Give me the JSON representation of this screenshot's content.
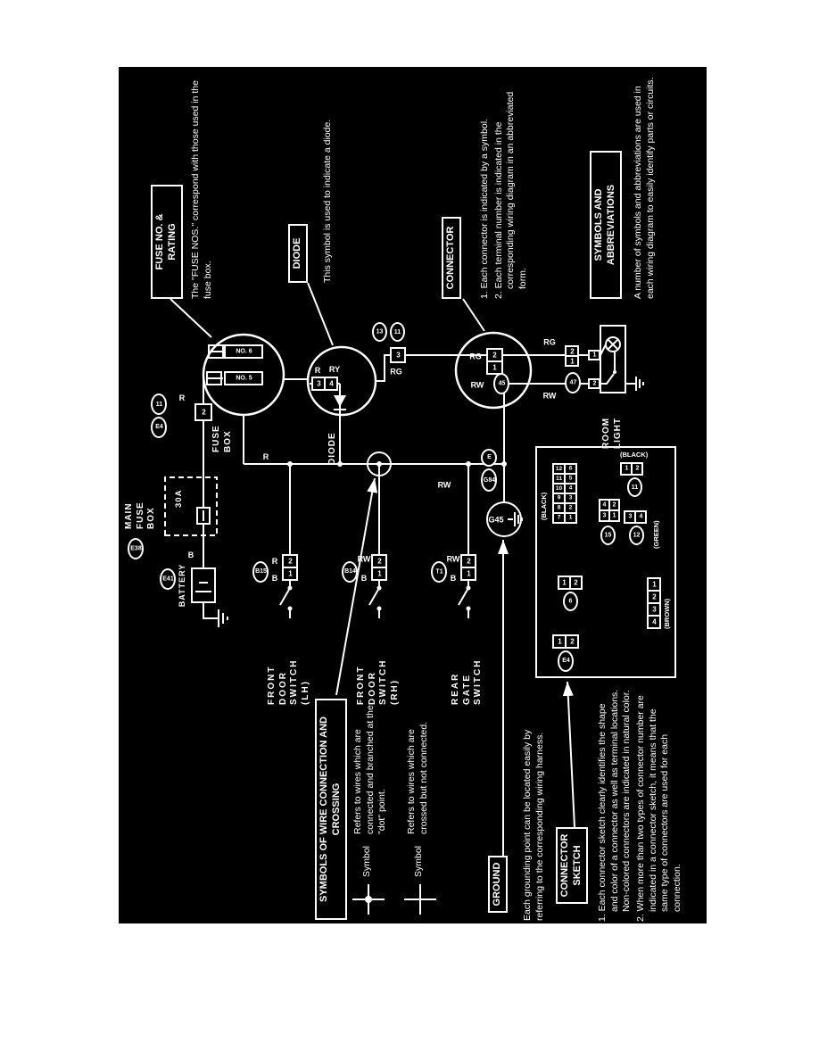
{
  "colors": {
    "paper": "#ffffff",
    "background": "#000000",
    "ink": "#ffffff"
  },
  "sections": {
    "fuse_rating": {
      "title": "FUSE NO. &\nRATING",
      "body": "The \"FUSE NOS.\" correspond with those used in the fuse box."
    },
    "diode": {
      "title": "DIODE",
      "body": "This symbol is used to indicate a diode."
    },
    "connector": {
      "title": "CONNECTOR",
      "item1": "1. Each connector is indicated by a symbol.",
      "item2": "2. Each terminal number is indicated in the corresponding wiring diagram in an abbreviated form."
    },
    "symbols_abbreviations": {
      "title": "SYMBOLS AND\nABBREVIATIONS",
      "body": "A number of symbols and abbreviations are used in each wiring diagram to easily identify parts or circuits."
    },
    "wire_connection": {
      "title": "SYMBOLS OF WIRE CONNECTION AND\nCROSSING",
      "row1": {
        "label": "Symbol",
        "text": "Refers to wires which are connected and branched at the \"dot\" point."
      },
      "row2": {
        "label": "Symbol",
        "text": "Refers to wires which are crossed but not connected."
      }
    },
    "ground": {
      "title": "GROUND",
      "body": "Each grounding point can be located easily by referring to the corresponding wiring harness."
    },
    "connector_sketch": {
      "title": "CONNECTOR\nSKETCH",
      "item1": "1. Each connector sketch clearly identifies the shape and color of a connector as well as terminal locations. Non-colored connectors are indicated in natural color.",
      "item2": "2. When more than two types of connector number are indicated in a connector sketch, it means that the same type of connectors are used for each connection."
    }
  },
  "diagram": {
    "battery": {
      "label": "BATTERY",
      "wire": "B",
      "connector": "E41"
    },
    "main_fuse_box": {
      "label": "MAIN\nFUSE\nBOX",
      "rating": "30A",
      "connector": "E38"
    },
    "feed": {
      "connectors": [
        "E4",
        "11"
      ],
      "terminal": "2",
      "wire": "R"
    },
    "fuse_box": {
      "label": "FUSE\nBOX",
      "fuse_top": "NO. 6",
      "fuse_bottom": "NO. 5"
    },
    "diode": {
      "label": "DIODE",
      "terminals": [
        "3",
        "4"
      ],
      "wire_in": "R",
      "wire_out": "RY"
    },
    "rg_branch": {
      "wire": "RG",
      "terminal": "3",
      "connectors": [
        "13",
        "11"
      ]
    },
    "bus": {
      "wire_top": "R",
      "wire_bottom": "RW",
      "junction_connectors": [
        "G84",
        "E"
      ]
    },
    "connector_circle": {
      "wire_left": "RW",
      "wire_right": "RG",
      "oval": "45",
      "terminals": [
        "1",
        "2"
      ]
    },
    "room_light": {
      "label": "ROOM\nLIGHT",
      "wire_left": "RW",
      "wire_right": "RG",
      "oval": "47",
      "terminals": [
        "1",
        "2"
      ],
      "socket_terminals": [
        "2",
        "1"
      ]
    },
    "ground_point": {
      "id": "G45"
    },
    "switches": [
      {
        "label": "FRONT\nDOOR\nSWITCH\n(LH)",
        "connector": "B15",
        "wire_switch": "B",
        "wire_bus": "R",
        "terminals": [
          "1",
          "2"
        ]
      },
      {
        "label": "FRONT\nDOOR\nSWITCH\n(RH)",
        "connector": "B14",
        "wire_switch": "B",
        "wire_bus": "RW",
        "terminals": [
          "1",
          "2"
        ]
      },
      {
        "label": "REAR\nGATE\nSWITCH",
        "connector": "T1",
        "wire_switch": "B",
        "wire_bus": "RW",
        "terminals": [
          "1",
          "2"
        ]
      }
    ],
    "sketch_panel": {
      "a": {
        "connector": "E4",
        "cells": [
          "1",
          "2"
        ]
      },
      "b": {
        "connector": "6",
        "cells": [
          "1",
          "2"
        ]
      },
      "c": {
        "color": "(BLACK)",
        "row_top": [
          "7",
          "8",
          "9",
          "10",
          "11",
          "12"
        ],
        "row_bottom": [
          "1",
          "2",
          "3",
          "4",
          "5",
          "6"
        ]
      },
      "d": {
        "color": "(BROWN)",
        "cells": [
          "4",
          "3",
          "2",
          "1"
        ]
      },
      "e": {
        "connector": "12",
        "color": "(GREEN)",
        "cells": [
          "3",
          "4"
        ]
      },
      "f": {
        "connector": "11",
        "color": "(BLACK)",
        "cells": [
          "1",
          "2"
        ]
      },
      "g": {
        "connector": "15",
        "row_top": [
          "3",
          "4"
        ],
        "row_bottom": [
          "1",
          "2"
        ]
      }
    }
  }
}
